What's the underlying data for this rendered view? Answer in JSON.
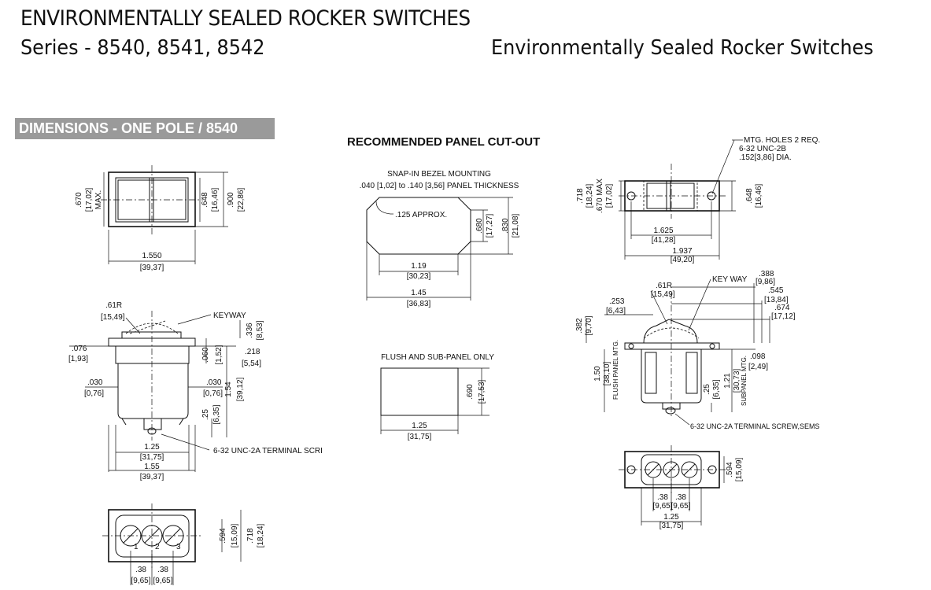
{
  "header": {
    "title": "ENVIRONMENTALLY SEALED ROCKER SWITCHES",
    "series": "Series - 8540, 8541, 8542",
    "right_title": "Environmentally Sealed Rocker Switches"
  },
  "section_badge": "DIMENSIONS - ONE POLE / 8540",
  "panel_cutout_title": "RECOMMENDED PANEL CUT-OUT",
  "cutout": {
    "snap_label": "SNAP-IN BEZEL MOUNTING",
    "thickness_label": ".040 [1,02] to .140 [3,56] PANEL THICKNESS",
    "radius_label": ".125 APPROX.",
    "d_680": ".680",
    "d_680m": "[17,27]",
    "d_830": ".830",
    "d_830m": "[21,08]",
    "d_119": "1.19",
    "d_119m": "[30,23]",
    "d_145": "1.45",
    "d_145m": "[36,83]",
    "flush_label": "FLUSH AND SUB-PANEL ONLY",
    "d_690": ".690",
    "d_690m": "[17,53]",
    "d_125": "1.25",
    "d_125m": "[31,75]"
  },
  "front_view": {
    "d_670": ".670",
    "d_670m": "[17,02]",
    "max": "MAX.",
    "d_648": ".648",
    "d_648m": "[16,46]",
    "d_900": ".900",
    "d_900m": "[22,86]",
    "d_1550": "1.550",
    "d_1550m": "[39,37]"
  },
  "side_view": {
    "d_61r": ".61R",
    "d_61rm": "[15,49]",
    "keyway": "KEYWAY",
    "d_336": ".336",
    "d_336m": "[8,53]",
    "d_076": ".076",
    "d_076m": "[1,93]",
    "d_060": ".060",
    "d_060m": "[1,52]",
    "d_218": ".218",
    "d_218m": "[5,54]",
    "d_030a": ".030",
    "d_030am": "[0,76]",
    "d_030b": ".030",
    "d_030bm": "[0,76]",
    "d_154": "1.54",
    "d_154m": "[39,12]",
    "d_25": ".25",
    "d_25m": "[6,35]",
    "d_125": "1.25",
    "d_125m": "[31,75]",
    "d_155": "1.55",
    "d_155m": "[39,37]",
    "terminal": "6-32 UNC-2A TERMINAL SCRI"
  },
  "bottom_view": {
    "d_594": ".594",
    "d_594m": "[15,09]",
    "d_718": ".718",
    "d_718m": "[18,24]",
    "d_38a": ".38",
    "d_38am": "[9,65]",
    "d_38b": ".38",
    "d_38bm": "[9,65]",
    "t1": "1",
    "t2": "2",
    "t3": "3"
  },
  "mount_view": {
    "holes": "MTG. HOLES 2 REQ.",
    "unc": "6-32 UNC-2B",
    "dia": ".152[3,86] DIA.",
    "d_718": ".718",
    "d_718m": "[18,24]",
    "d_670": ".670 MAX",
    "d_670m": "[17,02]",
    "d_648": ".648",
    "d_648m": "[16,46]",
    "d_1625": "1.625",
    "d_1625m": "[41,28]",
    "d_1937": "1.937",
    "d_1937m": "[49,20]"
  },
  "right_side": {
    "key_way": "KEY WAY",
    "d_61r": ".61R",
    "d_61rm": "[15,49]",
    "d_388": ".388",
    "d_388m": "[9,86]",
    "d_545": ".545",
    "d_545m": "[13,84]",
    "d_674": ".674",
    "d_674m": "[17,12]",
    "d_253": ".253",
    "d_253m": "[6,43]",
    "d_382": ".382",
    "d_382m": "[9,70]",
    "d_150": "1.50",
    "d_150m": "[38,10]",
    "flush_mtg": "FLUSH PANEL MTG.",
    "d_098": ".098",
    "d_098m": "[2,49]",
    "d_121": "1.21",
    "d_121m": "[30,73]",
    "sub_mtg": "SUBPANEL MTG.",
    "d_25": ".25",
    "d_25m": "[6,35]",
    "terminal": "6-32 UNC-2A TERMINAL SCREW,SEMS"
  },
  "right_bottom": {
    "d_594": ".594",
    "d_594m": "[15,09]",
    "d_38a": ".38",
    "d_38am": "[9,65]",
    "d_38b": ".38",
    "d_38bm": "[9,65]",
    "d_125": "1.25",
    "d_125m": "[31,75]"
  }
}
